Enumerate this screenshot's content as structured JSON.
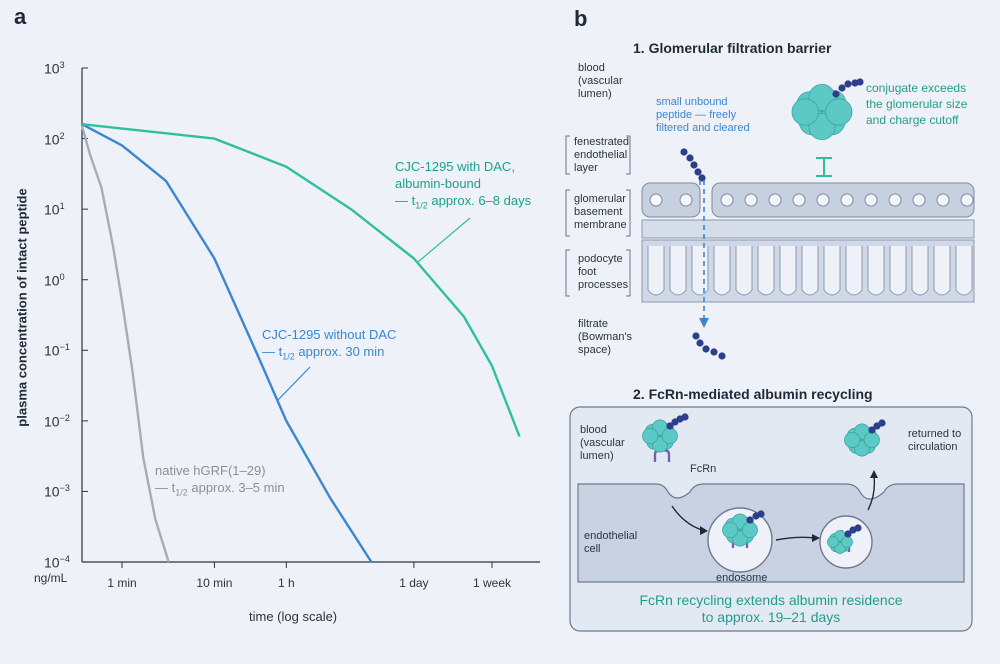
{
  "panel_a": {
    "letter": "a",
    "ylabel": "plasma concentration of intact peptide",
    "xlabel": "time (log scale)",
    "yunit": "ng/mL",
    "ytick_exponents": [
      "3",
      "2",
      "1",
      "0",
      "−1",
      "−2",
      "−3",
      "−4"
    ],
    "xticks": [
      "1 min",
      "10 min",
      "1 h",
      "1 day",
      "1 week"
    ]
  },
  "chart_data": {
    "type": "line",
    "xlabel": "time (log scale)",
    "ylabel": "plasma concentration of intact peptide",
    "yunit": "ng/mL",
    "x_scale": "log",
    "y_scale": "log",
    "xticks": [
      "1 min",
      "10 min",
      "1 h",
      "1 day",
      "1 week"
    ],
    "ylim": [
      0.0001,
      1000
    ],
    "series": [
      {
        "name": "native hGRF(1–29) — t1/2 approx. 3–5 min",
        "color": "#a9adb3",
        "points": [
          [
            0.3,
            150
          ],
          [
            0.45,
            60
          ],
          [
            0.6,
            20
          ],
          [
            0.8,
            3
          ],
          [
            1.0,
            0.5
          ],
          [
            1.3,
            0.05
          ],
          [
            1.7,
            0.003
          ],
          [
            2.3,
            0.0004
          ],
          [
            3.2,
            0.0001
          ]
        ]
      },
      {
        "name": "CJC-1295 without DAC — t1/2 approx. 30 min",
        "color": "#3a86d0",
        "points": [
          [
            0.3,
            160
          ],
          [
            1,
            80
          ],
          [
            3,
            25
          ],
          [
            10,
            2
          ],
          [
            30,
            0.08
          ],
          [
            60,
            0.01
          ],
          [
            180,
            0.0008
          ],
          [
            500,
            0.0001
          ]
        ]
      },
      {
        "name": "CJC-1295 with DAC, albumin-bound — t1/2 approx. 6–8 days",
        "color": "#2fbfa0",
        "points": [
          [
            0.3,
            160
          ],
          [
            10,
            100
          ],
          [
            60,
            40
          ],
          [
            300,
            10
          ],
          [
            1440,
            2
          ],
          [
            5000,
            0.3
          ],
          [
            10080,
            0.06
          ],
          [
            20000,
            0.006
          ]
        ]
      }
    ]
  },
  "annotations_a": {
    "dac_l1": "CJC-1295 with DAC,",
    "dac_l2": "albumin-bound",
    "dac_l3a": "— t",
    "dac_sub": "1/2",
    "dac_l3b": " approx. 6–8 days",
    "nodac_l1": "CJC-1295 without DAC",
    "nodac_l2a": "— t",
    "nodac_sub": "1/2",
    "nodac_l2b": " approx. 30 min",
    "native_l1": "native hGRF(1–29)",
    "native_l2a": "— t",
    "native_sub": "1/2",
    "native_l2b": " approx. 3–5 min"
  },
  "panel_b": {
    "letter": "b",
    "section1_title": "1. Glomerular filtration barrier",
    "blood_l1": "blood",
    "blood_l2": "(vascular",
    "blood_l3": "lumen)",
    "fen_l1": "fenestrated",
    "fen_l2": "endothelial",
    "fen_l3": "layer",
    "gbm_l1": "glomerular",
    "gbm_l2": "basement",
    "gbm_l3": "membrane",
    "pod_l1": "podocyte",
    "pod_l2": "foot",
    "pod_l3": "processes",
    "filt_l1": "filtrate",
    "filt_l2": "(Bowman's",
    "filt_l3": "space)",
    "small_l1": "small unbound",
    "small_l2": "peptide — freely",
    "small_l3": "filtered and cleared",
    "conj_l1": "conjugate exceeds",
    "conj_l2": "the glomerular size",
    "conj_l3": "and charge cutoff",
    "section2_title": "2. FcRn-mediated albumin recycling",
    "blood2_l1": "blood",
    "blood2_l2": "(vascular",
    "blood2_l3": "lumen)",
    "fcrn": "FcRn",
    "endo_l1": "endothelial",
    "endo_l2": "cell",
    "endosome": "endosome",
    "returned_l1": "returned to",
    "returned_l2": "circulation",
    "footer_l1": "FcRn recycling extends albumin residence",
    "footer_l2": "to approx. 19–21 days"
  },
  "colors": {
    "teal": "#2fbfa0",
    "blue": "#3a86d0",
    "grey": "#a9adb3",
    "navy": "#2c3e8c",
    "receptor": "#7a5fb0"
  }
}
